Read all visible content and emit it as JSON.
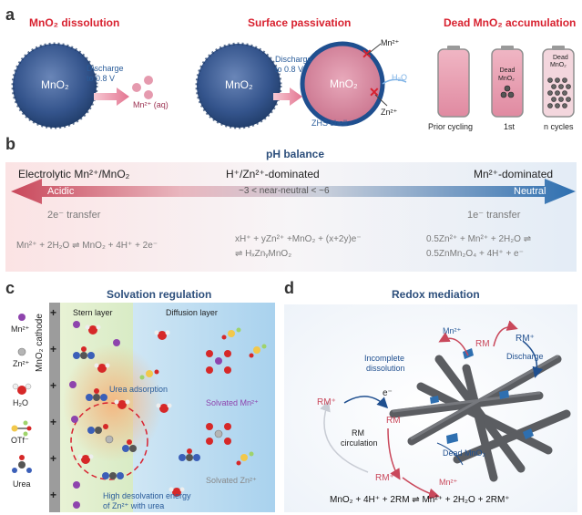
{
  "panel_a": {
    "letter": "a",
    "dissolution": {
      "title": "MnO₂ dissolution",
      "particle_label": "MnO₂",
      "arrow_label_1": "Discharge",
      "arrow_label_2": "to 0.8 V",
      "ion_label": "Mn²⁺ (aq)"
    },
    "passivation": {
      "title": "Surface passivation",
      "particle_label": "MnO₂",
      "arrow_label_1": "Discharge",
      "arrow_label_2": "to 0.8 V",
      "inner_label": "MnO₂",
      "mn_label": "Mn²⁺",
      "h2o_label": "H₂O",
      "zn_label": "Zn²⁺",
      "shell_label": "ZHS shell"
    },
    "accumulation": {
      "title": "Dead MnO₂ accumulation",
      "cell_2_label_1": "Dead",
      "cell_2_label_2": "MnO₂",
      "cell_3_label_1": "Dead",
      "cell_3_label_2": "MnO₂",
      "caption_1": "Prior cycling",
      "caption_2": "1st",
      "caption_3": "n cycles"
    }
  },
  "panel_b": {
    "letter": "b",
    "title": "pH balance",
    "left_head": "Electrolytic Mn²⁺/MnO₂",
    "mid_head": "H⁺/Zn²⁺-dominated",
    "right_head": "Mn²⁺-dominated",
    "acidic": "Acidic",
    "range": "~3 < near-neutral < ~6",
    "neutral": "Neutral",
    "left_transfer": "2e⁻ transfer",
    "right_transfer": "1e⁻ transfer",
    "eq_left": "Mn²⁺ + 2H₂O ⇌ MnO₂ + 4H⁺ + 2e⁻",
    "eq_mid_1": "xH⁺ + yZn²⁺ +MnO₂ + (x+2y)e⁻",
    "eq_mid_2": "⇌ HₓZnᵧMnO₂",
    "eq_right_1": "0.5Zn²⁺ + Mn²⁺ + 2H₂O ⇌",
    "eq_right_2": "0.5ZnMn₂O₄ + 4H⁺ + e⁻"
  },
  "panel_c": {
    "letter": "c",
    "title": "Solvation regulation",
    "legend": [
      "Mn²⁺",
      "Zn²⁺",
      "H₂O",
      "OTf⁻",
      "Urea"
    ],
    "cathode_label": "MnO₂ cathode",
    "stern": "Stern layer",
    "diffusion": "Diffusion layer",
    "urea_ads": "Urea adsorption",
    "solv_mn": "Solvated Mn²⁺",
    "solv_zn": "Solvated Zn²⁺",
    "desolv_1": "High desolvation energy",
    "desolv_2": "of Zn²⁺ with urea",
    "plus": "+"
  },
  "panel_d": {
    "letter": "d",
    "title": "Redox mediation",
    "mn_top": "Mn²⁺",
    "rm_top": "RM",
    "rm_plus_top": "RM⁺",
    "discharge": "Discharge",
    "incomplete_1": "Incomplete",
    "incomplete_2": "dissolution",
    "electron": "e⁻",
    "rm_plus_left": "RM⁺",
    "rm_mid": "RM",
    "circ_1": "RM",
    "circ_2": "circulation",
    "dead": "Dead MnO₂",
    "rm_plus_bottom": "RM⁺",
    "mn_bottom": "Mn²⁺",
    "equation": "MnO₂ + 4H⁺ + 2RM ⇌ Mn²⁺ + 2H₂O + 2RM⁺"
  },
  "colors": {
    "red": "#d8212f",
    "navy": "#2d4f7c",
    "mn_purple": "#8e44ad",
    "acid_red": "#c9485b",
    "neutral_blue": "#2e6fb0"
  }
}
